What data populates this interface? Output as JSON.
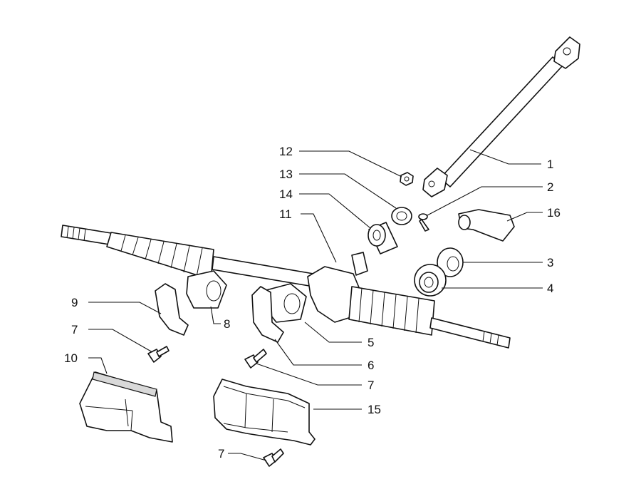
{
  "labels": {
    "p1": "1",
    "p2": "2",
    "p3": "3",
    "p4": "4",
    "p5": "5",
    "p6": "6",
    "p7a": "7",
    "p7b": "7",
    "p7c": "7",
    "p8": "8",
    "p9": "9",
    "p10": "10",
    "p11": "11",
    "p12": "12",
    "p13": "13",
    "p14": "14",
    "p15": "15",
    "p16": "16"
  }
}
